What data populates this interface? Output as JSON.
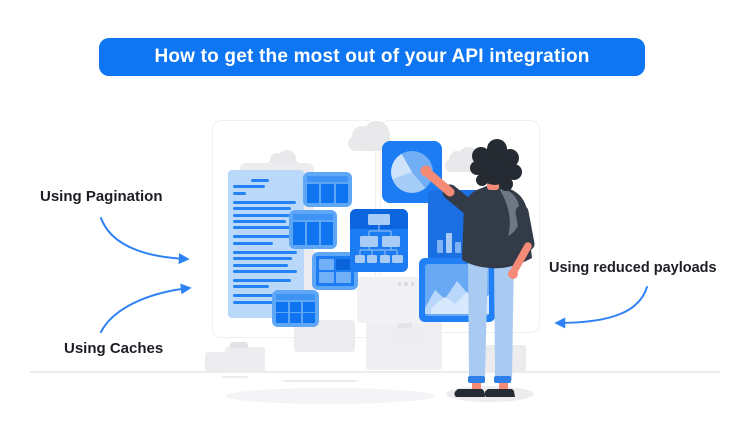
{
  "title": {
    "text": "How to get the most out of your API integration"
  },
  "annotations": {
    "pagination": {
      "label": "Using Pagination"
    },
    "caches": {
      "label": "Using Caches"
    },
    "reduced_payloads": {
      "label": "Using reduced payloads"
    }
  },
  "colors": {
    "banner_background": "#0e76f2",
    "banner_text": "#ffffff",
    "label_text": "#1e1d24",
    "arrow": "#2e82f6",
    "tile_blue": "#1b7cf3",
    "tile_frame_light_blue": "#5ea6f6",
    "tile_header_dark_blue": "#0d65dd",
    "document_background": "#b9d8fa",
    "document_lines": "#2383f4",
    "illustration_gray": "#ececee",
    "skin": "#f58a77",
    "shirt": "#333b48",
    "hood": "#6e7884",
    "jeans": "#a9cbf2",
    "hair": "#262b33"
  },
  "illustration": {
    "icons": [
      "cloud-icon",
      "document-icon",
      "data-table-icon",
      "grid-tile-icon",
      "flowchart-icon",
      "pie-chart-icon",
      "bar-chart-icon",
      "area-chart-icon",
      "browser-window-icon",
      "folder-icon",
      "person-figure"
    ]
  }
}
